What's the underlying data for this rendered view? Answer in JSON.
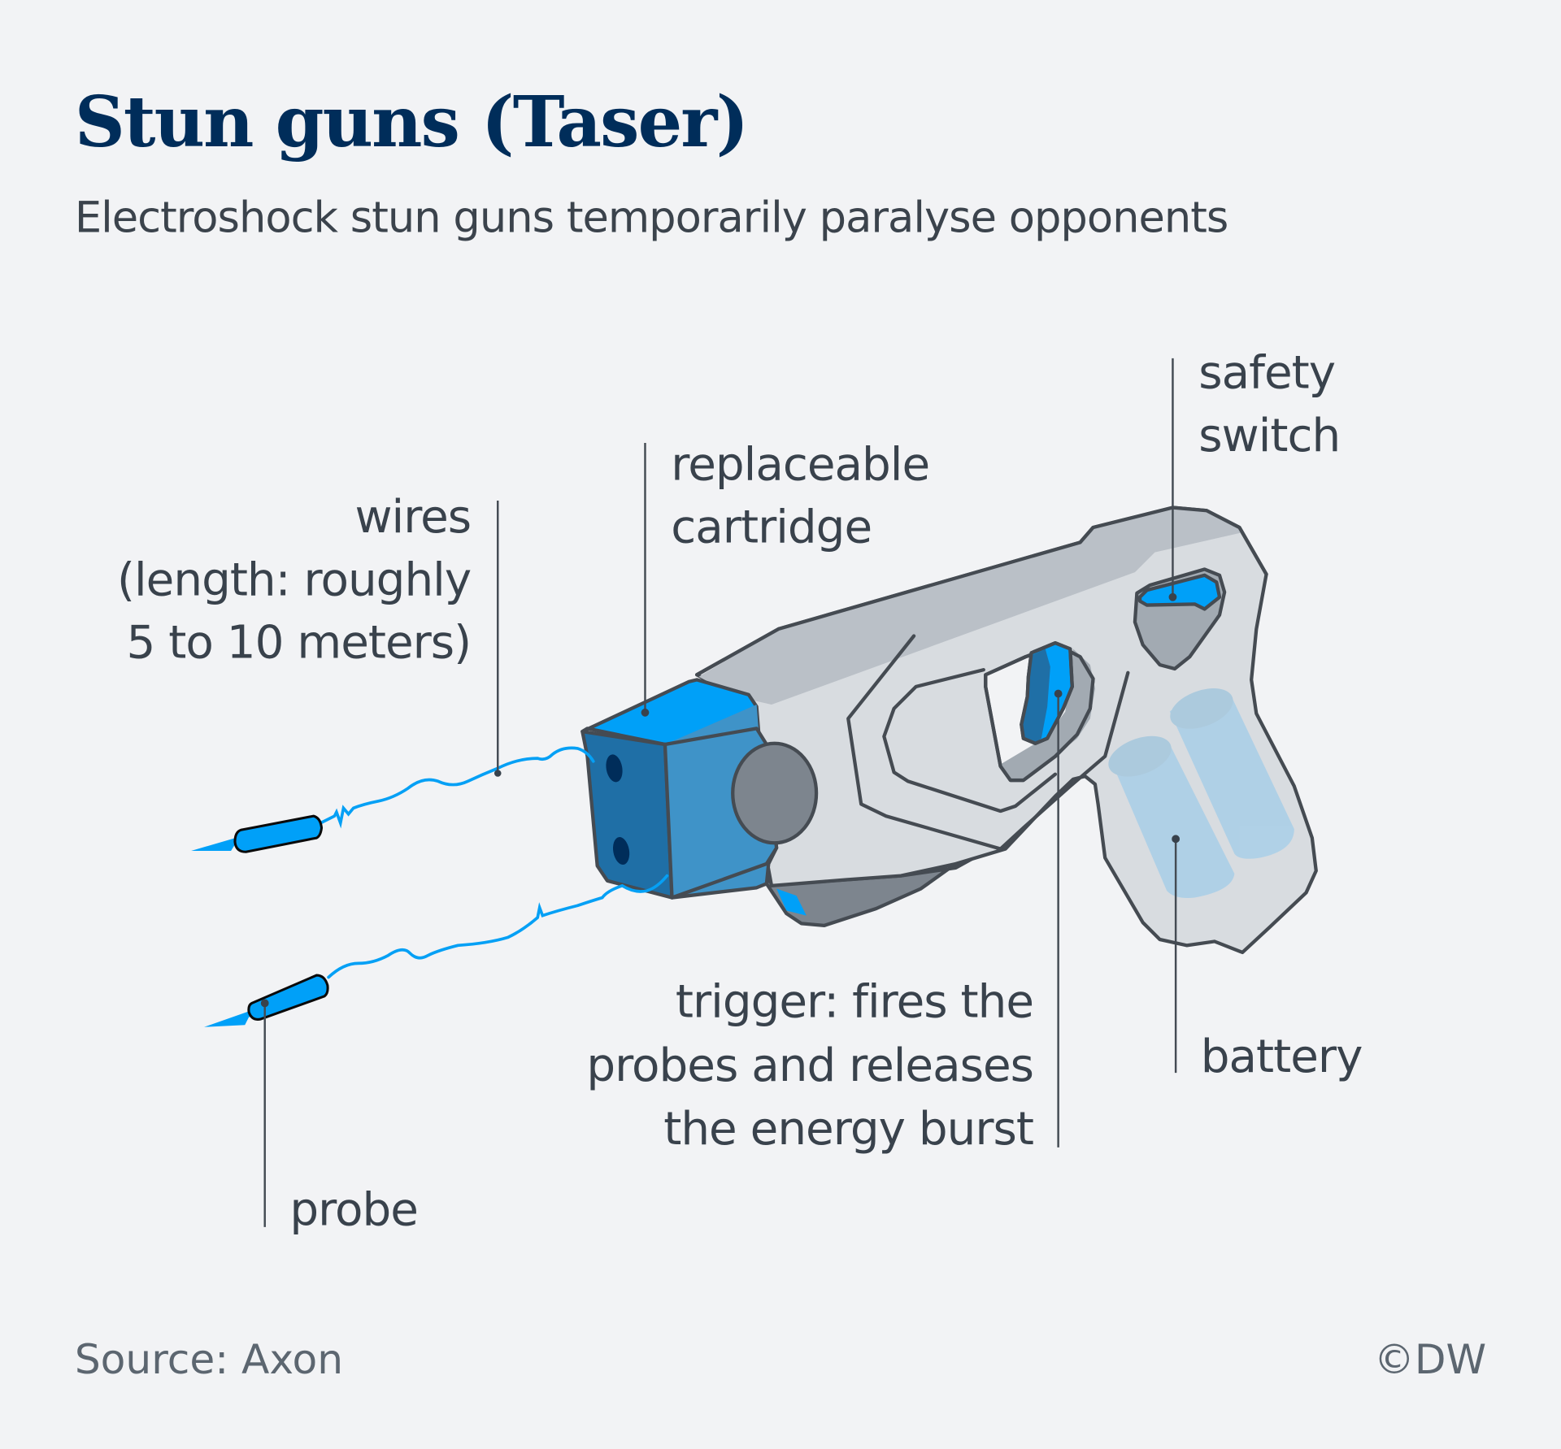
{
  "header": {
    "title": "Stun guns (Taser)",
    "subtitle": "Electroshock stun guns temporarily paralyse opponents"
  },
  "labels": {
    "wires": [
      "wires",
      "(length: roughly",
      "5 to 10 meters)"
    ],
    "cartridge": [
      "replaceable",
      "cartridge"
    ],
    "safety_switch": [
      "safety",
      "switch"
    ],
    "trigger": [
      "trigger: fires the",
      "probes and releases",
      "the energy burst"
    ],
    "battery": [
      "battery"
    ],
    "probe": [
      "probe"
    ]
  },
  "footer": {
    "source": "Source: Axon",
    "credit": "©DW"
  },
  "colors": {
    "background": "#f2f3f5",
    "title": "#002d5a",
    "text": "#39424c",
    "accent_blue": "#00a0f8",
    "cartridge_dark": "#1f6fa6",
    "cartridge_mid": "#3f93c8",
    "body_light": "#d8dce0",
    "body_mid": "#bac0c7",
    "body_dark": "#7d858e",
    "battery": "#aed0e6"
  }
}
